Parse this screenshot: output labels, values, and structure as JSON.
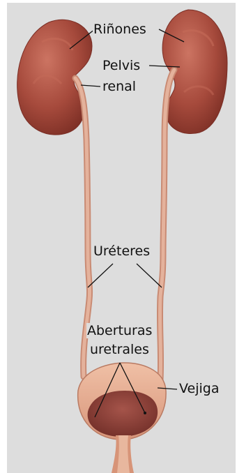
{
  "labels": {
    "rinones": "Riñones",
    "pelvis_line1": "Pelvis",
    "pelvis_line2": "renal",
    "ureteres": "Uréteres",
    "aberturas_line1": "Aberturas",
    "aberturas_line2": "uretrales",
    "vejiga": "Vejiga"
  },
  "colors": {
    "background": "#dddddd",
    "kidney": "#a64a3c",
    "kidney_highlight": "#c9705f",
    "ureter": "#d6a089",
    "bladder": "#e6ad92",
    "bladder_inner": "#8b3d34",
    "leader_line": "#111111"
  }
}
